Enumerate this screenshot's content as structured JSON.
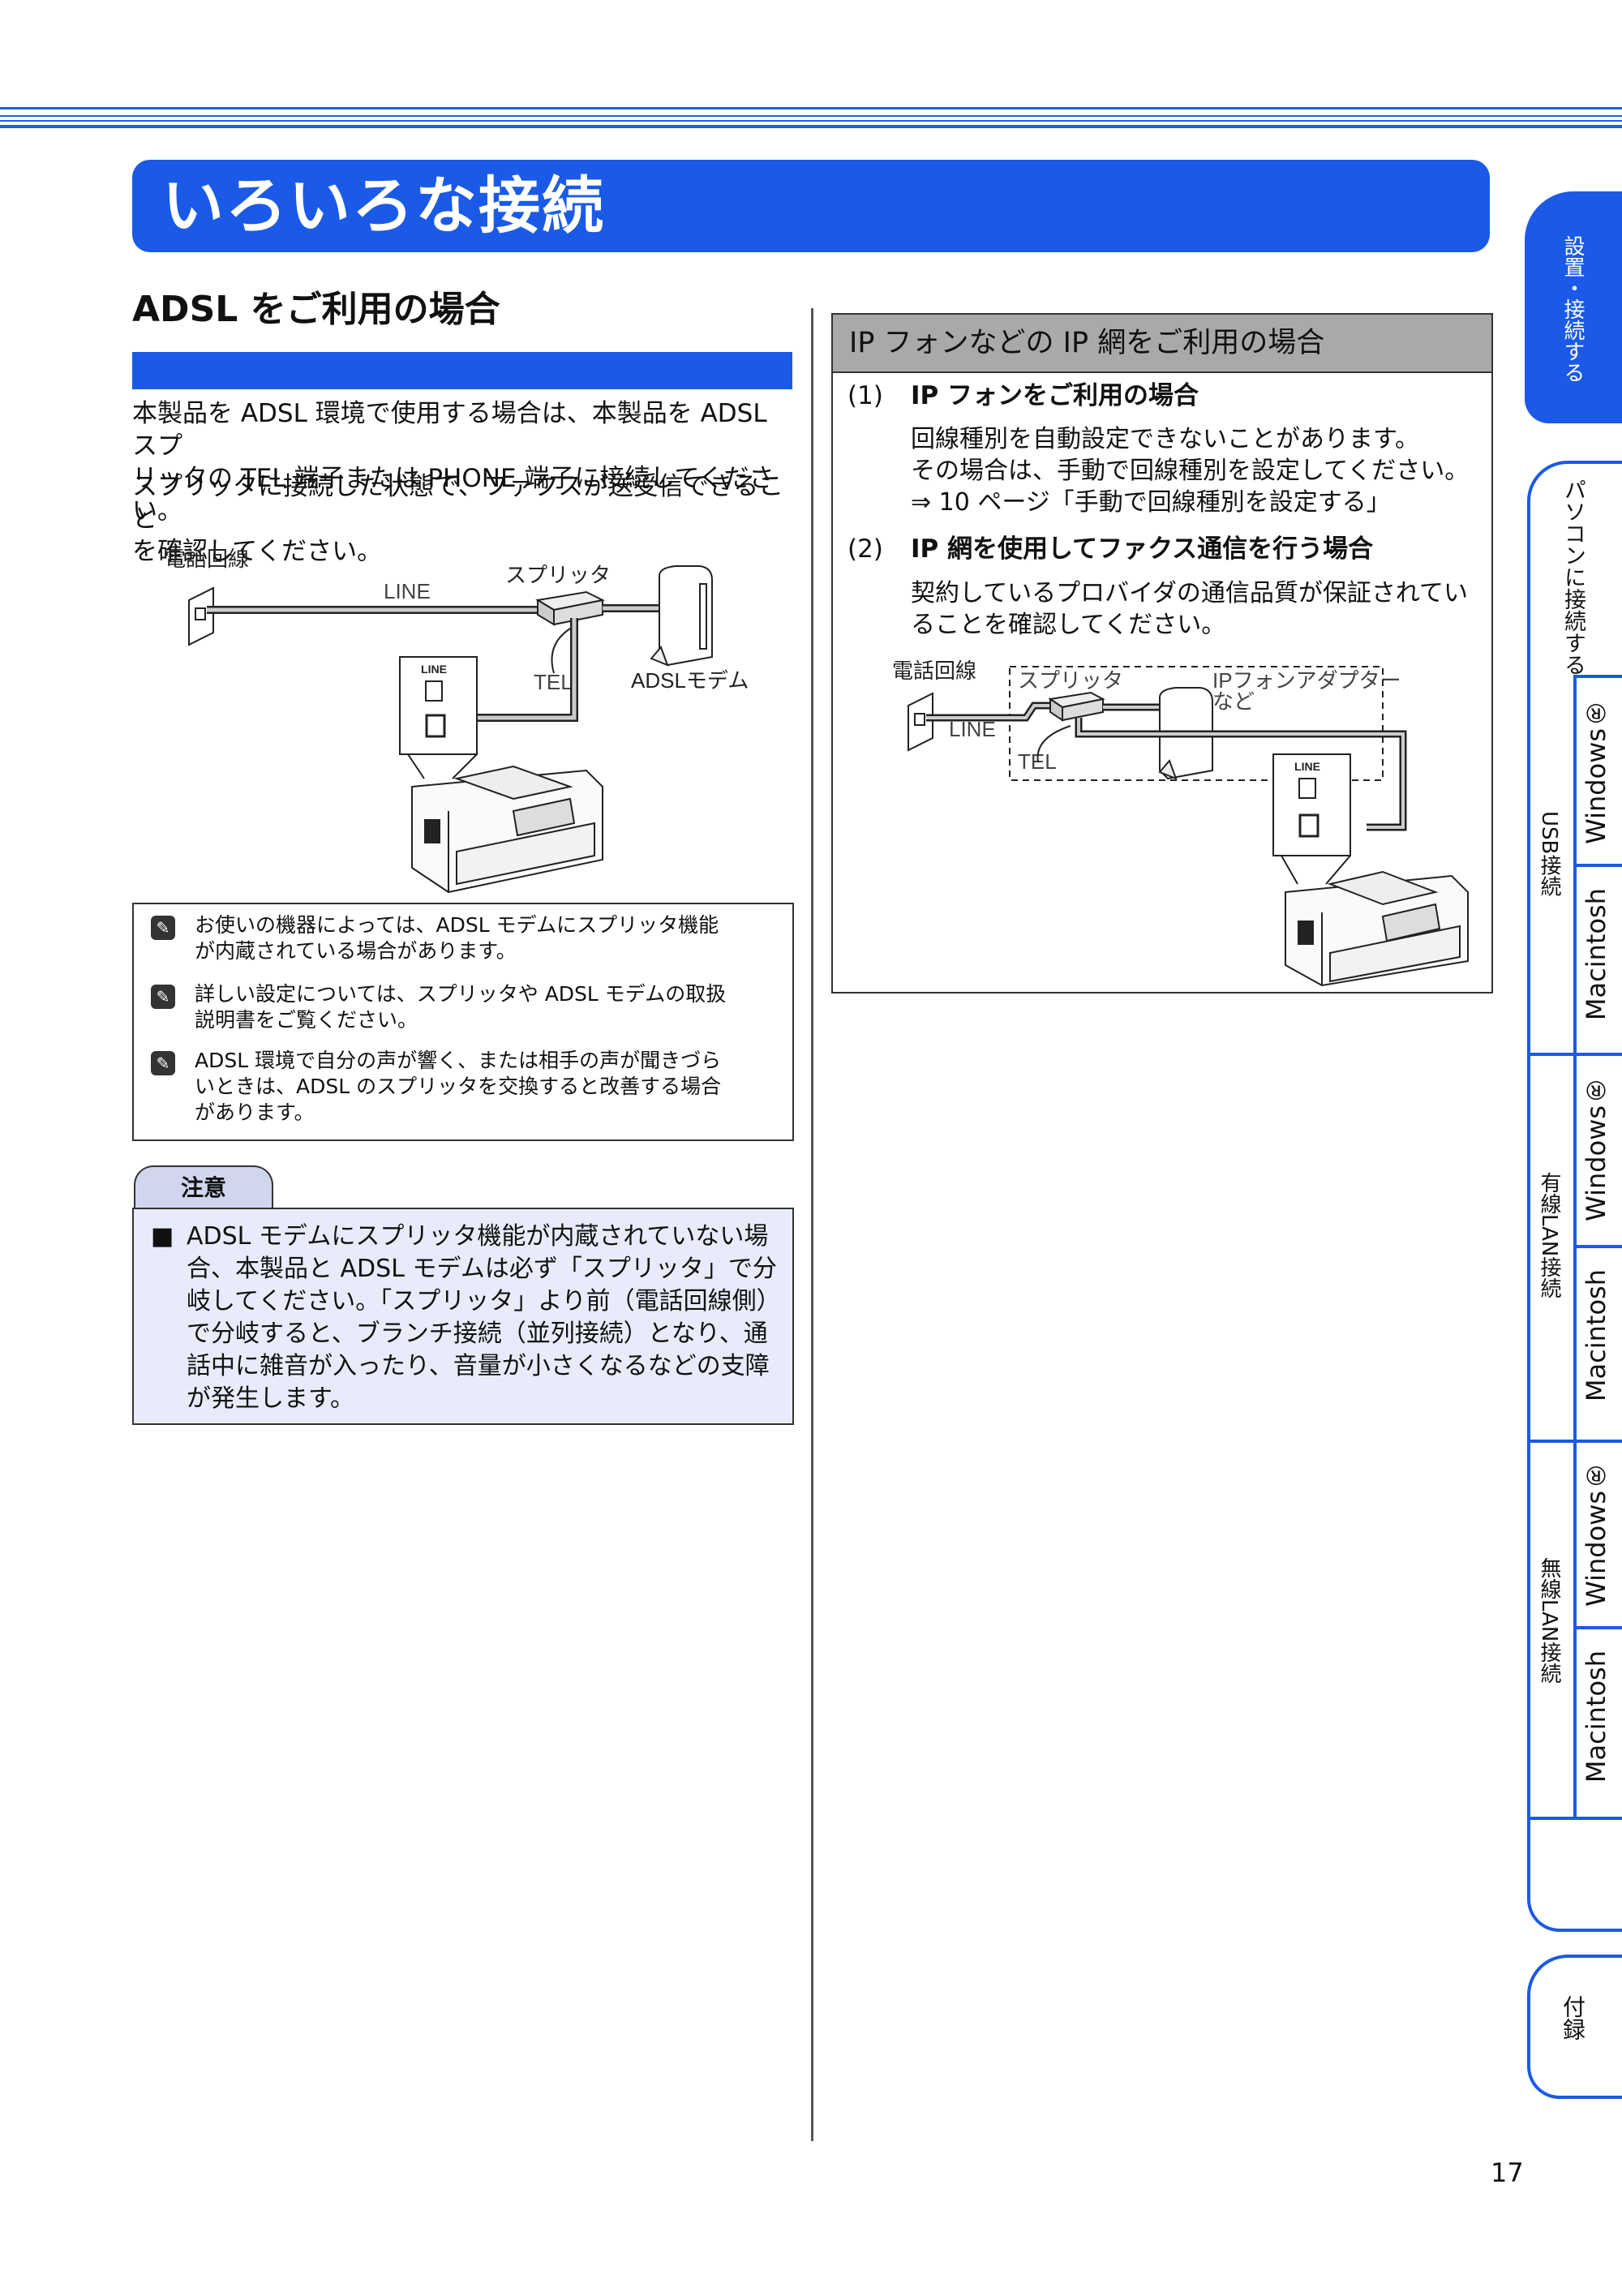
{
  "page": {
    "title": "いろいろな接続",
    "page_number": "17"
  },
  "left": {
    "heading": "ADSL をご利用の場合",
    "para1": [
      "本製品を ADSL 環境で使用する場合は、本製品を ADSL スプ",
      "リッタの TEL 端子または PHONE 端子に接続してください。"
    ],
    "para2": [
      "スプリッタに接続した状態で、ファクスが送受信できること",
      "を確認してください。"
    ],
    "diagram": {
      "label_phone_line": "電話回線",
      "label_line": "LINE",
      "label_splitter": "スプリッタ",
      "label_tel": "TEL",
      "label_modem": "ADSLモデム",
      "label_line_port": "LINE"
    },
    "notes": [
      [
        "お使いの機器によっては、ADSL モデムにスプリッタ機能",
        "が内蔵されている場合があります。"
      ],
      [
        "詳しい設定については、スプリッタや ADSL モデムの取扱",
        "説明書をご覧ください。"
      ],
      [
        "ADSL 環境で自分の声が響く、または相手の声が聞きづら",
        "いときは、ADSL のスプリッタを交換すると改善する場合",
        "があります。"
      ]
    ],
    "caution": {
      "tab": "注意",
      "bullet": "■",
      "lines": [
        "ADSL モデムにスプリッタ機能が内蔵されていない場",
        "合、本製品と ADSL モデムは必ず「スプリッタ」で分",
        "岐してください。「スプリッタ」より前（電話回線側）",
        "で分岐すると、ブランチ接続（並列接続）となり、通",
        "話中に雑音が入ったり、音量が小さくなるなどの支障",
        "が発生します。"
      ]
    }
  },
  "right": {
    "heading": "IP フォンなどの IP 網をご利用の場合",
    "item1": {
      "num": "(1)",
      "title": "IP フォンをご利用の場合",
      "lines": [
        "回線種別を自動設定できないことがあります。",
        "その場合は、手動で回線種別を設定してください。",
        "⇒ 10 ページ「手動で回線種別を設定する」"
      ]
    },
    "item2": {
      "num": "(2)",
      "title": "IP 網を使用してファクス通信を行う場合",
      "lines": [
        "契約しているプロバイダの通信品質が保証されてい",
        "ることを確認してください。"
      ]
    },
    "diagram": {
      "label_phone_line": "電話回線",
      "label_splitter": "スプリッタ",
      "label_adapter1": "IPフォンアダプター",
      "label_adapter2": "など",
      "label_line": "LINE",
      "label_tel": "TEL",
      "label_line_port": "LINE"
    }
  },
  "side_tabs": {
    "setup": "設置・接続する",
    "pc_connect": "パソコンに接続する",
    "usb": "USB接続",
    "wired": "有線LAN接続",
    "wireless": "無線LAN接続",
    "windows": "Windows®",
    "macintosh": "Macintosh",
    "appendix": "付録"
  },
  "colors": {
    "accent": "#1b5ae6",
    "caution_bg": "#e8ecfa",
    "header_gray": "#a9a9a9"
  }
}
